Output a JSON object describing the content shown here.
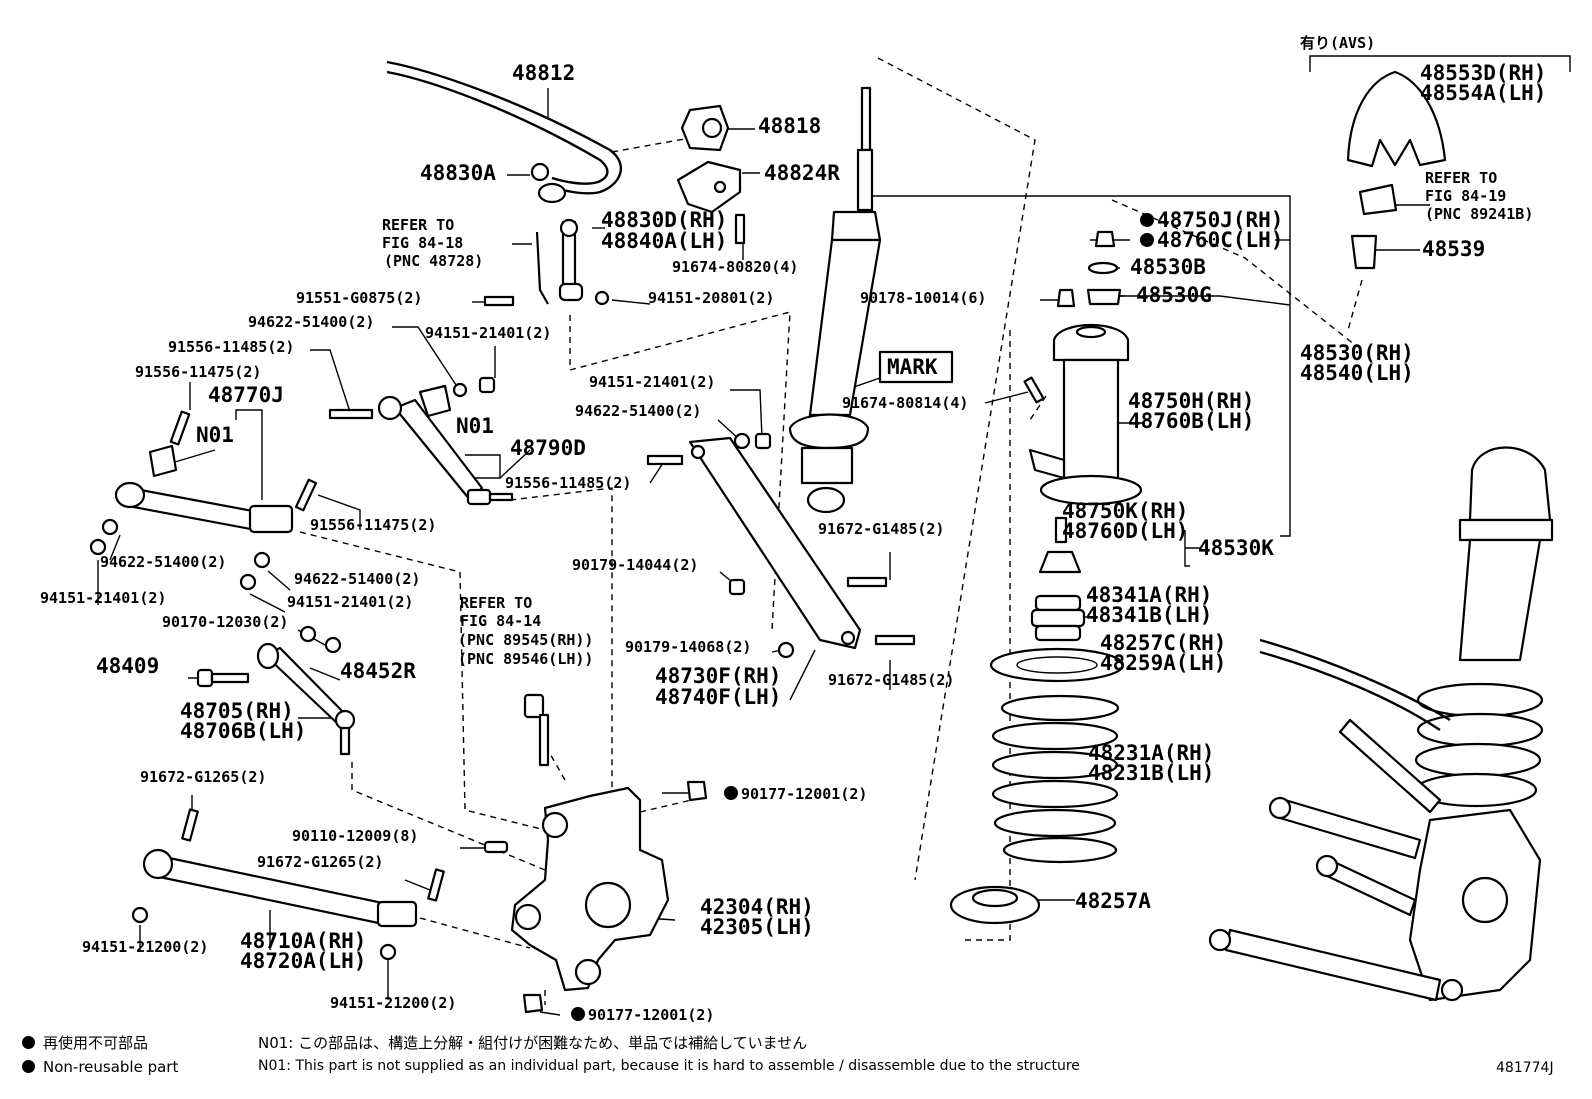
{
  "diagram_id": "481774J",
  "legend": {
    "non_reusable_ja": "再使用不可部品",
    "non_reusable_en": "Non-reusable part"
  },
  "notes": {
    "n01_ja": "N01: この部品は、構造上分解・組付けが困難なため、単品では補給していません",
    "n01_en": "N01: This part is not supplied as an individual part, because it is hard to assemble / disassemble due to the structure"
  },
  "avs_group": "有り(AVS)",
  "labels": {
    "l48812": "48812",
    "l48818": "48818",
    "l48830A": "48830A",
    "l48824R": "48824R",
    "l48830D": "48830D(RH)",
    "l48840A": "48840A(LH)",
    "l91674_80820": "91674-80820(4)",
    "refer1a": "REFER TO",
    "refer1b": "FIG 84-18",
    "refer1c": "(PNC 48728)",
    "l91551": "91551-G0875(2)",
    "l94151_20801": "94151-20801(2)",
    "l94622_a": "94622-51400(2)",
    "l94151_21401_a": "94151-21401(2)",
    "l91556_11485_a": "91556-11485(2)",
    "l91556_11475_a": "91556-11475(2)",
    "l48770J": "48770J",
    "n01_a": "N01",
    "n01_b": "N01",
    "l48790D": "48790D",
    "l91556_11475_b": "91556-11475(2)",
    "l94622_b": "94622-51400(2)",
    "l94151_21401_b": "94151-21401(2)",
    "l94622_c": "94622-51400(2)",
    "l94151_21401_c": "94151-21401(2)",
    "l90170": "90170-12030(2)",
    "l48409": "48409",
    "l48452R": "48452R",
    "l48705": "48705(RH)",
    "l48706B": "48706B(LH)",
    "l91672_G1265_a": "91672-G1265(2)",
    "l91672_G1265_b": "91672-G1265(2)",
    "l90110": "90110-12009(8)",
    "l94151_21200_a": "94151-21200(2)",
    "l48710A": "48710A(RH)",
    "l48720A": "48720A(LH)",
    "l94151_21200_b": "94151-21200(2)",
    "refer2a": "REFER TO",
    "refer2b": "FIG 84-14",
    "refer2c": "(PNC 89545(RH))",
    "refer2d": "(PNC 89546(LH))",
    "l94151_21401_d": "94151-21401(2)",
    "l94622_d": "94622-51400(2)",
    "l91556_11485_b": "91556-11485(2)",
    "l90179_14044": "90179-14044(2)",
    "l90179_14068": "90179-14068(2)",
    "l48730F": "48730F(RH)",
    "l48740F": "48740F(LH)",
    "l91672_G1485_a": "91672-G1485(2)",
    "l91672_G1485_b": "91672-G1485(2)",
    "l90177_a": "90177-12001(2)",
    "l90177_b": "90177-12001(2)",
    "l42304": "42304(RH)",
    "l42305": "42305(LH)",
    "mark": "MARK",
    "l91674_80814": "91674-80814(4)",
    "l90178": "90178-10014(6)",
    "l48750J": "48750J(RH)",
    "l48760C": "48760C(LH)",
    "l48530B": "48530B",
    "l48530G": "48530G",
    "l48750H": "48750H(RH)",
    "l48760B": "48760B(LH)",
    "l48750K": "48750K(RH)",
    "l48760D": "48760D(LH)",
    "l48530K": "48530K",
    "l48341A": "48341A(RH)",
    "l48341B": "48341B(LH)",
    "l48257C": "48257C(RH)",
    "l48259A": "48259A(LH)",
    "l48231A": "48231A(RH)",
    "l48231B": "48231B(LH)",
    "l48257A": "48257A",
    "l48553D": "48553D(RH)",
    "l48554A": "48554A(LH)",
    "refer3a": "REFER TO",
    "refer3b": "FIG 84-19",
    "refer3c": "(PNC 89241B)",
    "l48539": "48539",
    "l48530": "48530(RH)",
    "l48540": "48540(LH)"
  }
}
